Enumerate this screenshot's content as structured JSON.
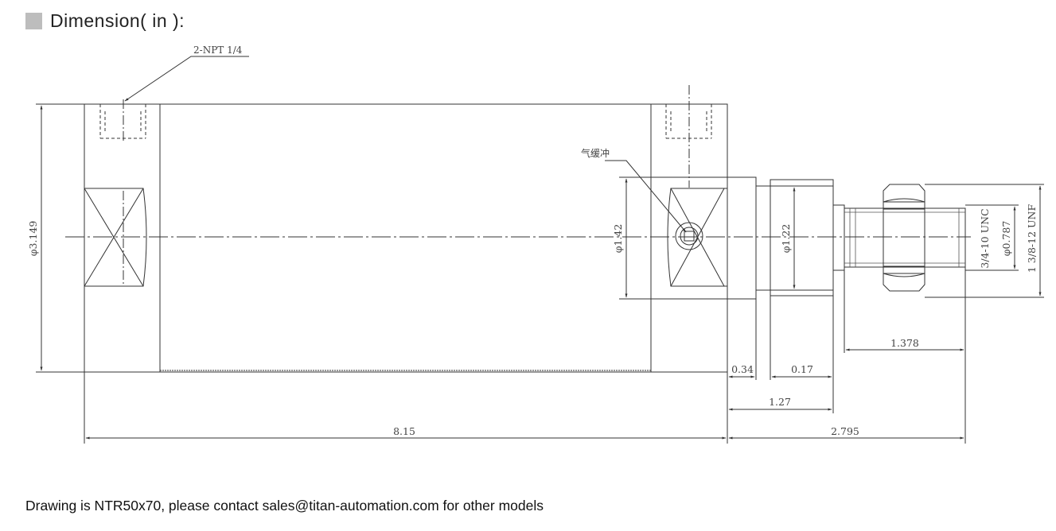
{
  "header": {
    "title": "Dimension( in ):"
  },
  "callouts": {
    "port": "2-NPT 1/4",
    "cushion": "气缓冲"
  },
  "dimensions": {
    "body_diameter": "φ3.149",
    "cap_diameter": "φ1.42",
    "shoulder_diameter": "φ1.22",
    "rod_diameter": "φ0.787",
    "rod_thread": "3/4-10 UNC",
    "nut_thread": "1 3/8-12 UNF",
    "rod_thread_length": "1.378",
    "shoulder_length": "0.34",
    "neck_length": "0.17",
    "cap_length": "1.27",
    "body_length": "8.15",
    "rod_total_length": "2.795"
  },
  "footer": {
    "note": "Drawing is NTR50x70, please contact sales@titan-automation.com for other models"
  }
}
